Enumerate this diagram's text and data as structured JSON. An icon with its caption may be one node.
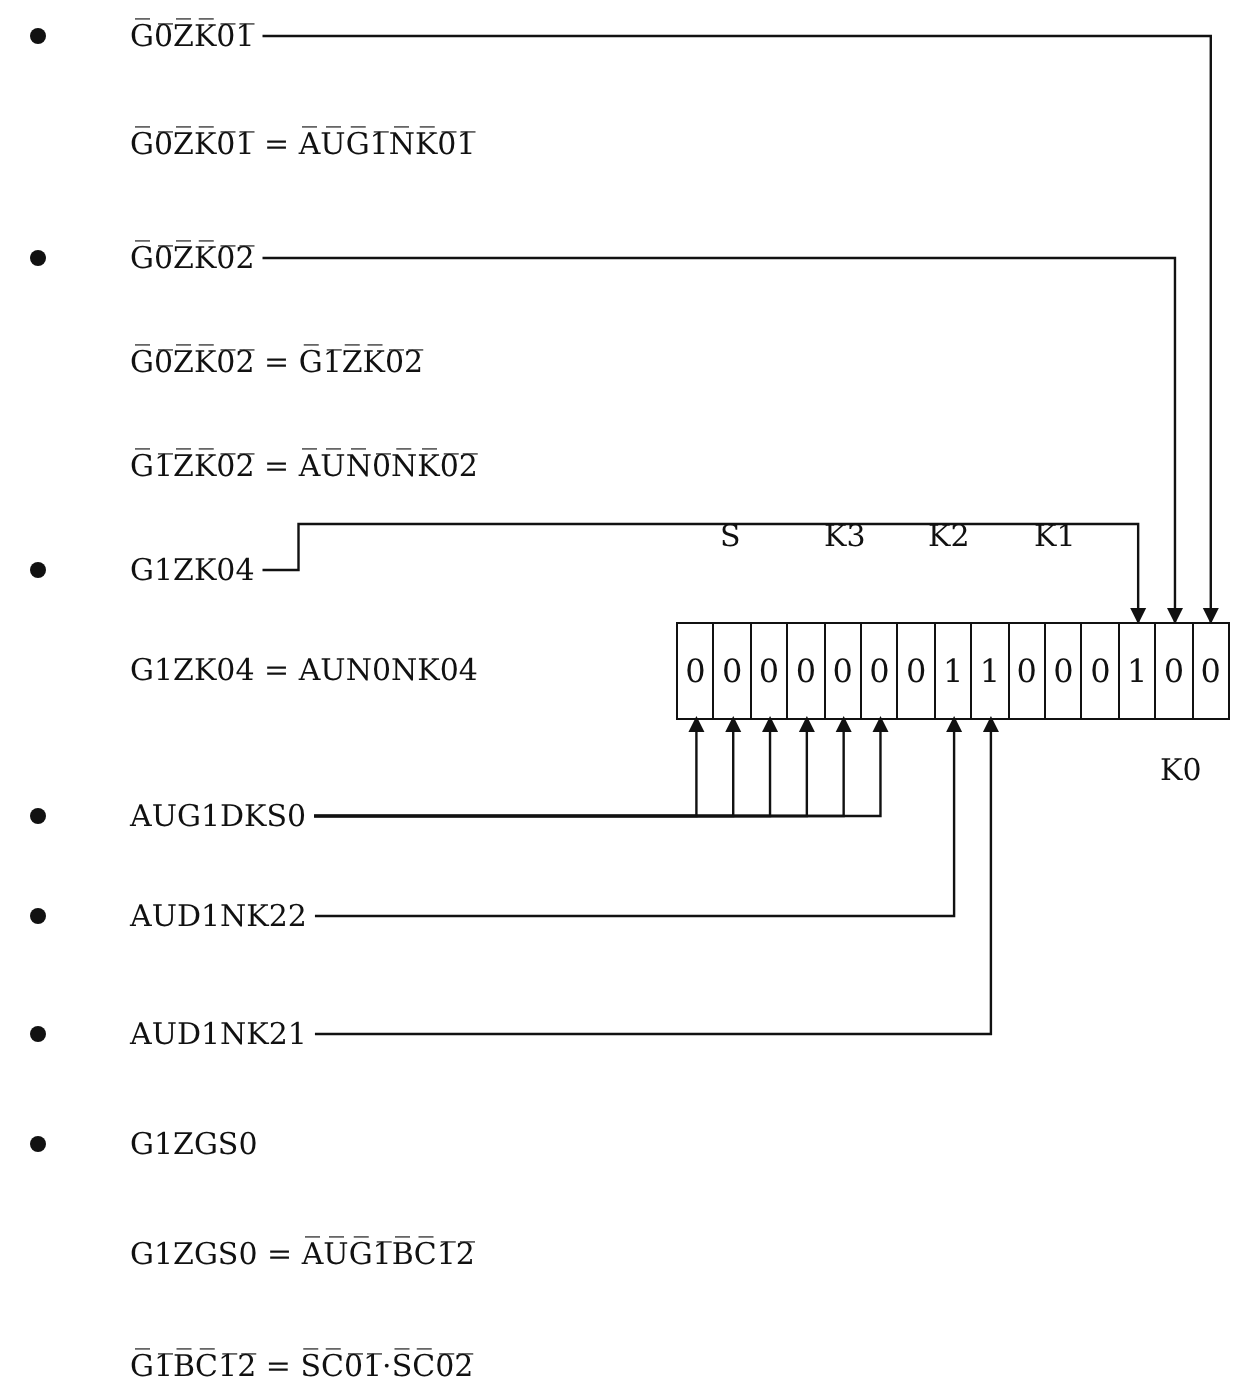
{
  "diagram": {
    "nodes": [
      {
        "text": [
          "G̅0̅Z̅K̅0̅1̅"
        ]
      },
      {
        "text": [
          "G̅0̅Z̅K̅0̅2̅"
        ]
      },
      {
        "text": [
          "G1ZK04"
        ]
      },
      {
        "text": [],
        "shape": "box"
      },
      {
        "text": [
          "0"
        ],
        "in": 3
      },
      {
        "text": [
          "0"
        ],
        "in": 3
      },
      {
        "text": [
          "0"
        ],
        "in": 3
      },
      {
        "text": [
          "0"
        ],
        "in": 3
      },
      {
        "text": [
          "0"
        ],
        "in": 3
      },
      {
        "text": [
          "0"
        ],
        "in": 3
      },
      {
        "text": [
          "0"
        ],
        "in": 3
      },
      {
        "text": [
          "1"
        ],
        "in": 3
      },
      {
        "text": [
          "1"
        ],
        "in": 3
      },
      {
        "text": [
          "0"
        ],
        "in": 3
      },
      {
        "text": [
          "0"
        ],
        "in": 3
      },
      {
        "text": [
          "0"
        ],
        "in": 3
      },
      {
        "text": [
          "1"
        ],
        "in": 3
      },
      {
        "text": [
          "0"
        ],
        "in": 3
      },
      {
        "text": [
          "0"
        ],
        "in": 3
      },
      {
        "text": [
          "AUG1DKS0"
        ]
      },
      {
        "text": [
          "AUD1NK22"
        ]
      },
      {
        "text": [
          "AUD1NK21"
        ]
      }
    ],
    "edges": [
      {
        "from": 0,
        "to": 18,
        "arrow": "to"
      },
      {
        "from": 1,
        "to": 17,
        "arrow": "to"
      },
      {
        "from": 2,
        "to": 16,
        "arrow": "to"
      },
      {
        "from": 19,
        "to": 4,
        "arrow": "to"
      },
      {
        "from": 19,
        "to": 5,
        "arrow": "to"
      },
      {
        "from": 19,
        "to": 6,
        "arrow": "to"
      },
      {
        "from": 19,
        "to": 7,
        "arrow": "to"
      },
      {
        "from": 19,
        "to": 8,
        "arrow": "to"
      },
      {
        "from": 19,
        "to": 9,
        "arrow": "to"
      },
      {
        "from": 20,
        "to": 11,
        "arrow": "to"
      },
      {
        "from": 21,
        "to": 12,
        "arrow": "to"
      }
    ],
    "labels": [
      "G̅0̅Z̅K̅0̅1̅ = A̅U̅G̅1̅N̅K̅0̅1̅",
      "G̅0̅Z̅K̅0̅2̅ = G̅1̅Z̅K̅0̅2̅",
      "G̅1̅Z̅K̅0̅2̅ = A̅U̅N̅0̅N̅K̅0̅2̅",
      "S",
      "K3",
      "K2",
      "K1",
      "G1ZK04 = AUN0NK04",
      "K0",
      "G1ZGS0",
      "G1ZGS0 = A̅U̅G̅1̅B̅C̅1̅2̅",
      "G̅1̅B̅C̅1̅2̅ = S̅C̅0̅1̅·S̅C̅0̅2̅"
    ]
  }
}
